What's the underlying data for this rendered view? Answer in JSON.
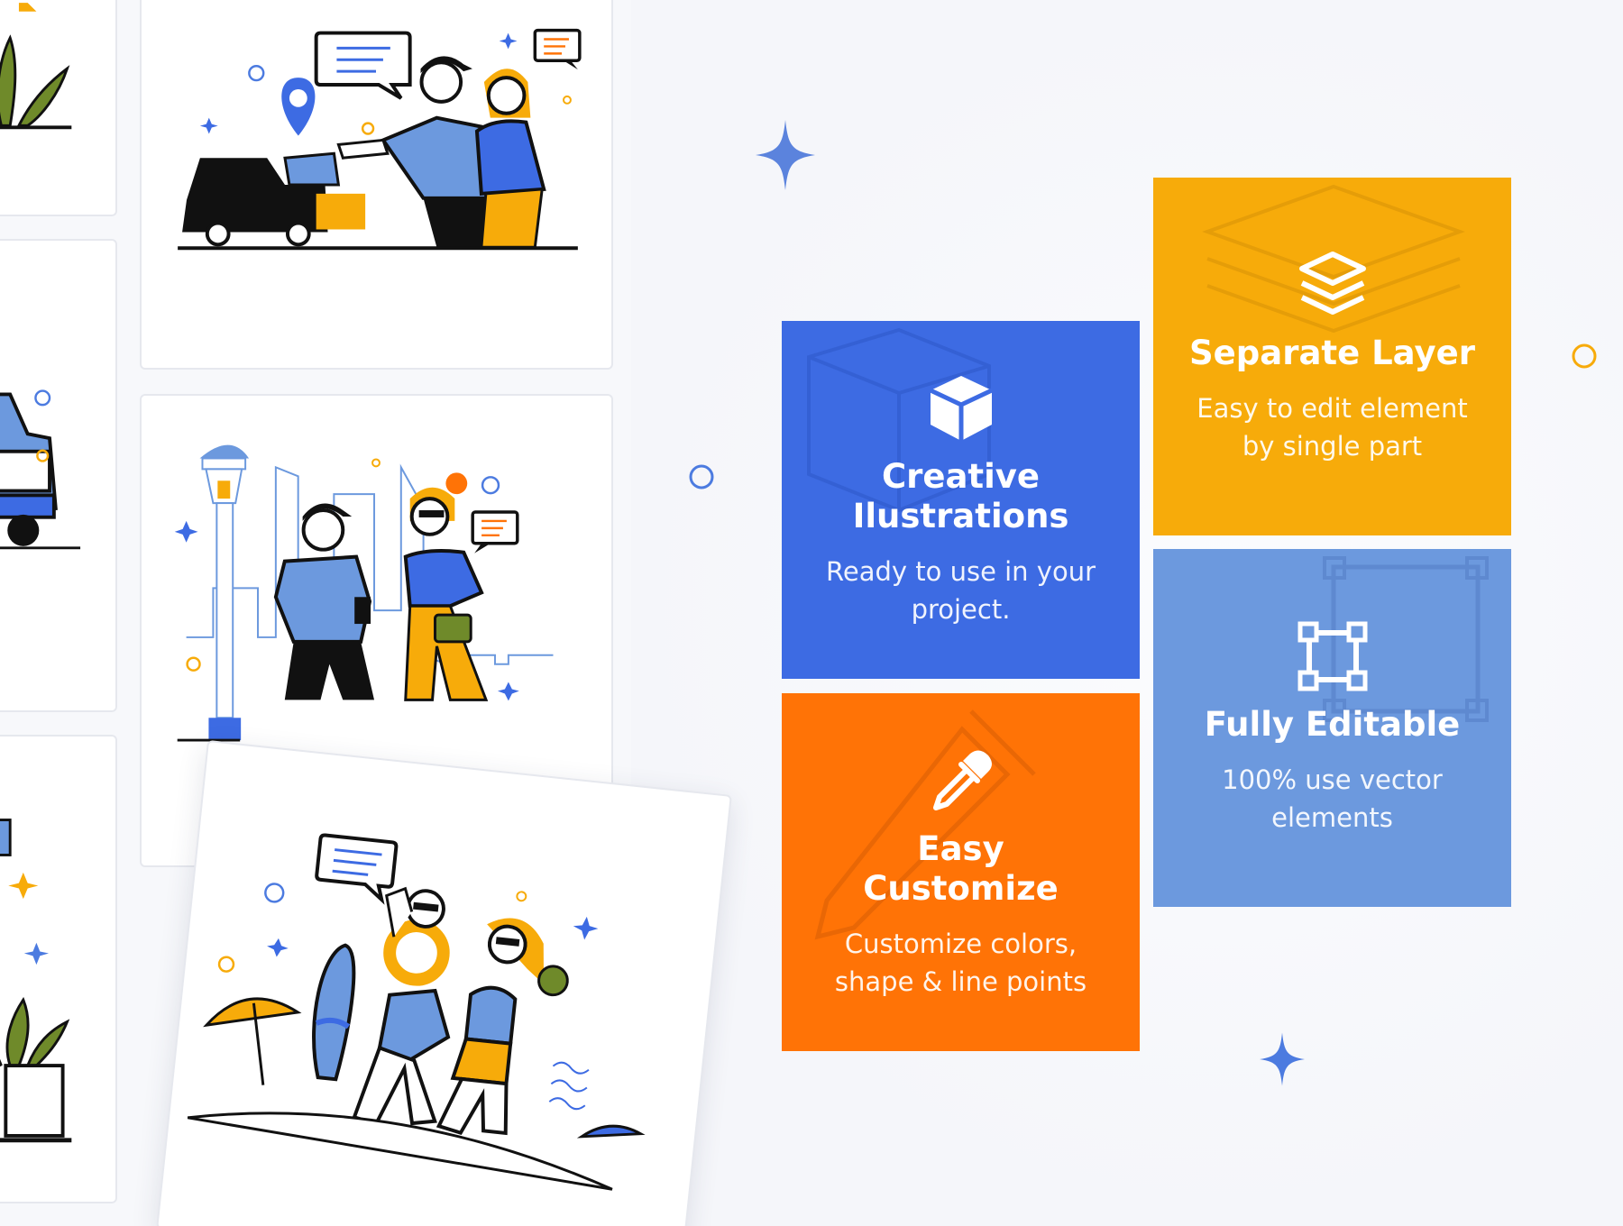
{
  "features": [
    {
      "key": "creative",
      "title": "Creative Ilustrations",
      "desc": "Ready to use in your project.",
      "color": "#3d6be3",
      "icon": "cube-icon"
    },
    {
      "key": "layer",
      "title": "Separate Layer",
      "desc": "Easy to edit element by single part",
      "color": "#f7ab0a",
      "icon": "layers-icon"
    },
    {
      "key": "custom",
      "title": "Easy Customize",
      "desc": "Customize colors, shape & line points",
      "color": "#ff7306",
      "icon": "eyedropper-icon"
    },
    {
      "key": "edit",
      "title": "Fully Editable",
      "desc": "100% use vector elements",
      "color": "#6c99de",
      "icon": "vector-frame-icon"
    }
  ],
  "palette": {
    "blue": "#3d6be3",
    "light_blue": "#6c99de",
    "yellow": "#f7ab0a",
    "orange": "#ff7306",
    "ink": "#111111",
    "olive": "#6f8a2a"
  }
}
